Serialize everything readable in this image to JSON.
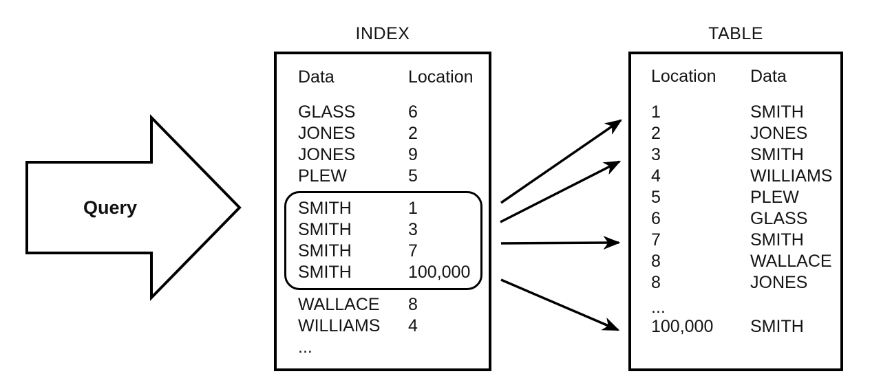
{
  "colors": {
    "stroke": "#000000",
    "text": "#141414",
    "background": "#ffffff"
  },
  "query_arrow": {
    "label": "Query"
  },
  "index": {
    "title": "INDEX",
    "header": {
      "col1": "Data",
      "col2": "Location"
    },
    "rows": [
      {
        "col1": "GLASS",
        "col2": "6"
      },
      {
        "col1": "JONES",
        "col2": "2"
      },
      {
        "col1": "JONES",
        "col2": "9"
      },
      {
        "col1": "PLEW",
        "col2": "5"
      }
    ],
    "highlight_rows": [
      {
        "col1": "SMITH",
        "col2": "1"
      },
      {
        "col1": "SMITH",
        "col2": "3"
      },
      {
        "col1": "SMITH",
        "col2": "7"
      },
      {
        "col1": "SMITH",
        "col2": "100,000"
      }
    ],
    "tail_rows": [
      {
        "col1": "WALLACE",
        "col2": "8"
      },
      {
        "col1": "WILLIAMS",
        "col2": "4"
      }
    ],
    "ellipsis": "..."
  },
  "table": {
    "title": "TABLE",
    "header": {
      "col1": "Location",
      "col2": "Data"
    },
    "rows": [
      {
        "col1": "1",
        "col2": "SMITH"
      },
      {
        "col1": "2",
        "col2": "JONES"
      },
      {
        "col1": "3",
        "col2": "SMITH"
      },
      {
        "col1": "4",
        "col2": "WILLIAMS"
      },
      {
        "col1": "5",
        "col2": "PLEW"
      },
      {
        "col1": "6",
        "col2": "GLASS"
      },
      {
        "col1": "7",
        "col2": "SMITH"
      },
      {
        "col1": "8",
        "col2": "WALLACE"
      },
      {
        "col1": "8",
        "col2": "JONES"
      }
    ],
    "ellipsis": "...",
    "last_row": {
      "col1": "100,000",
      "col2": "SMITH"
    }
  }
}
